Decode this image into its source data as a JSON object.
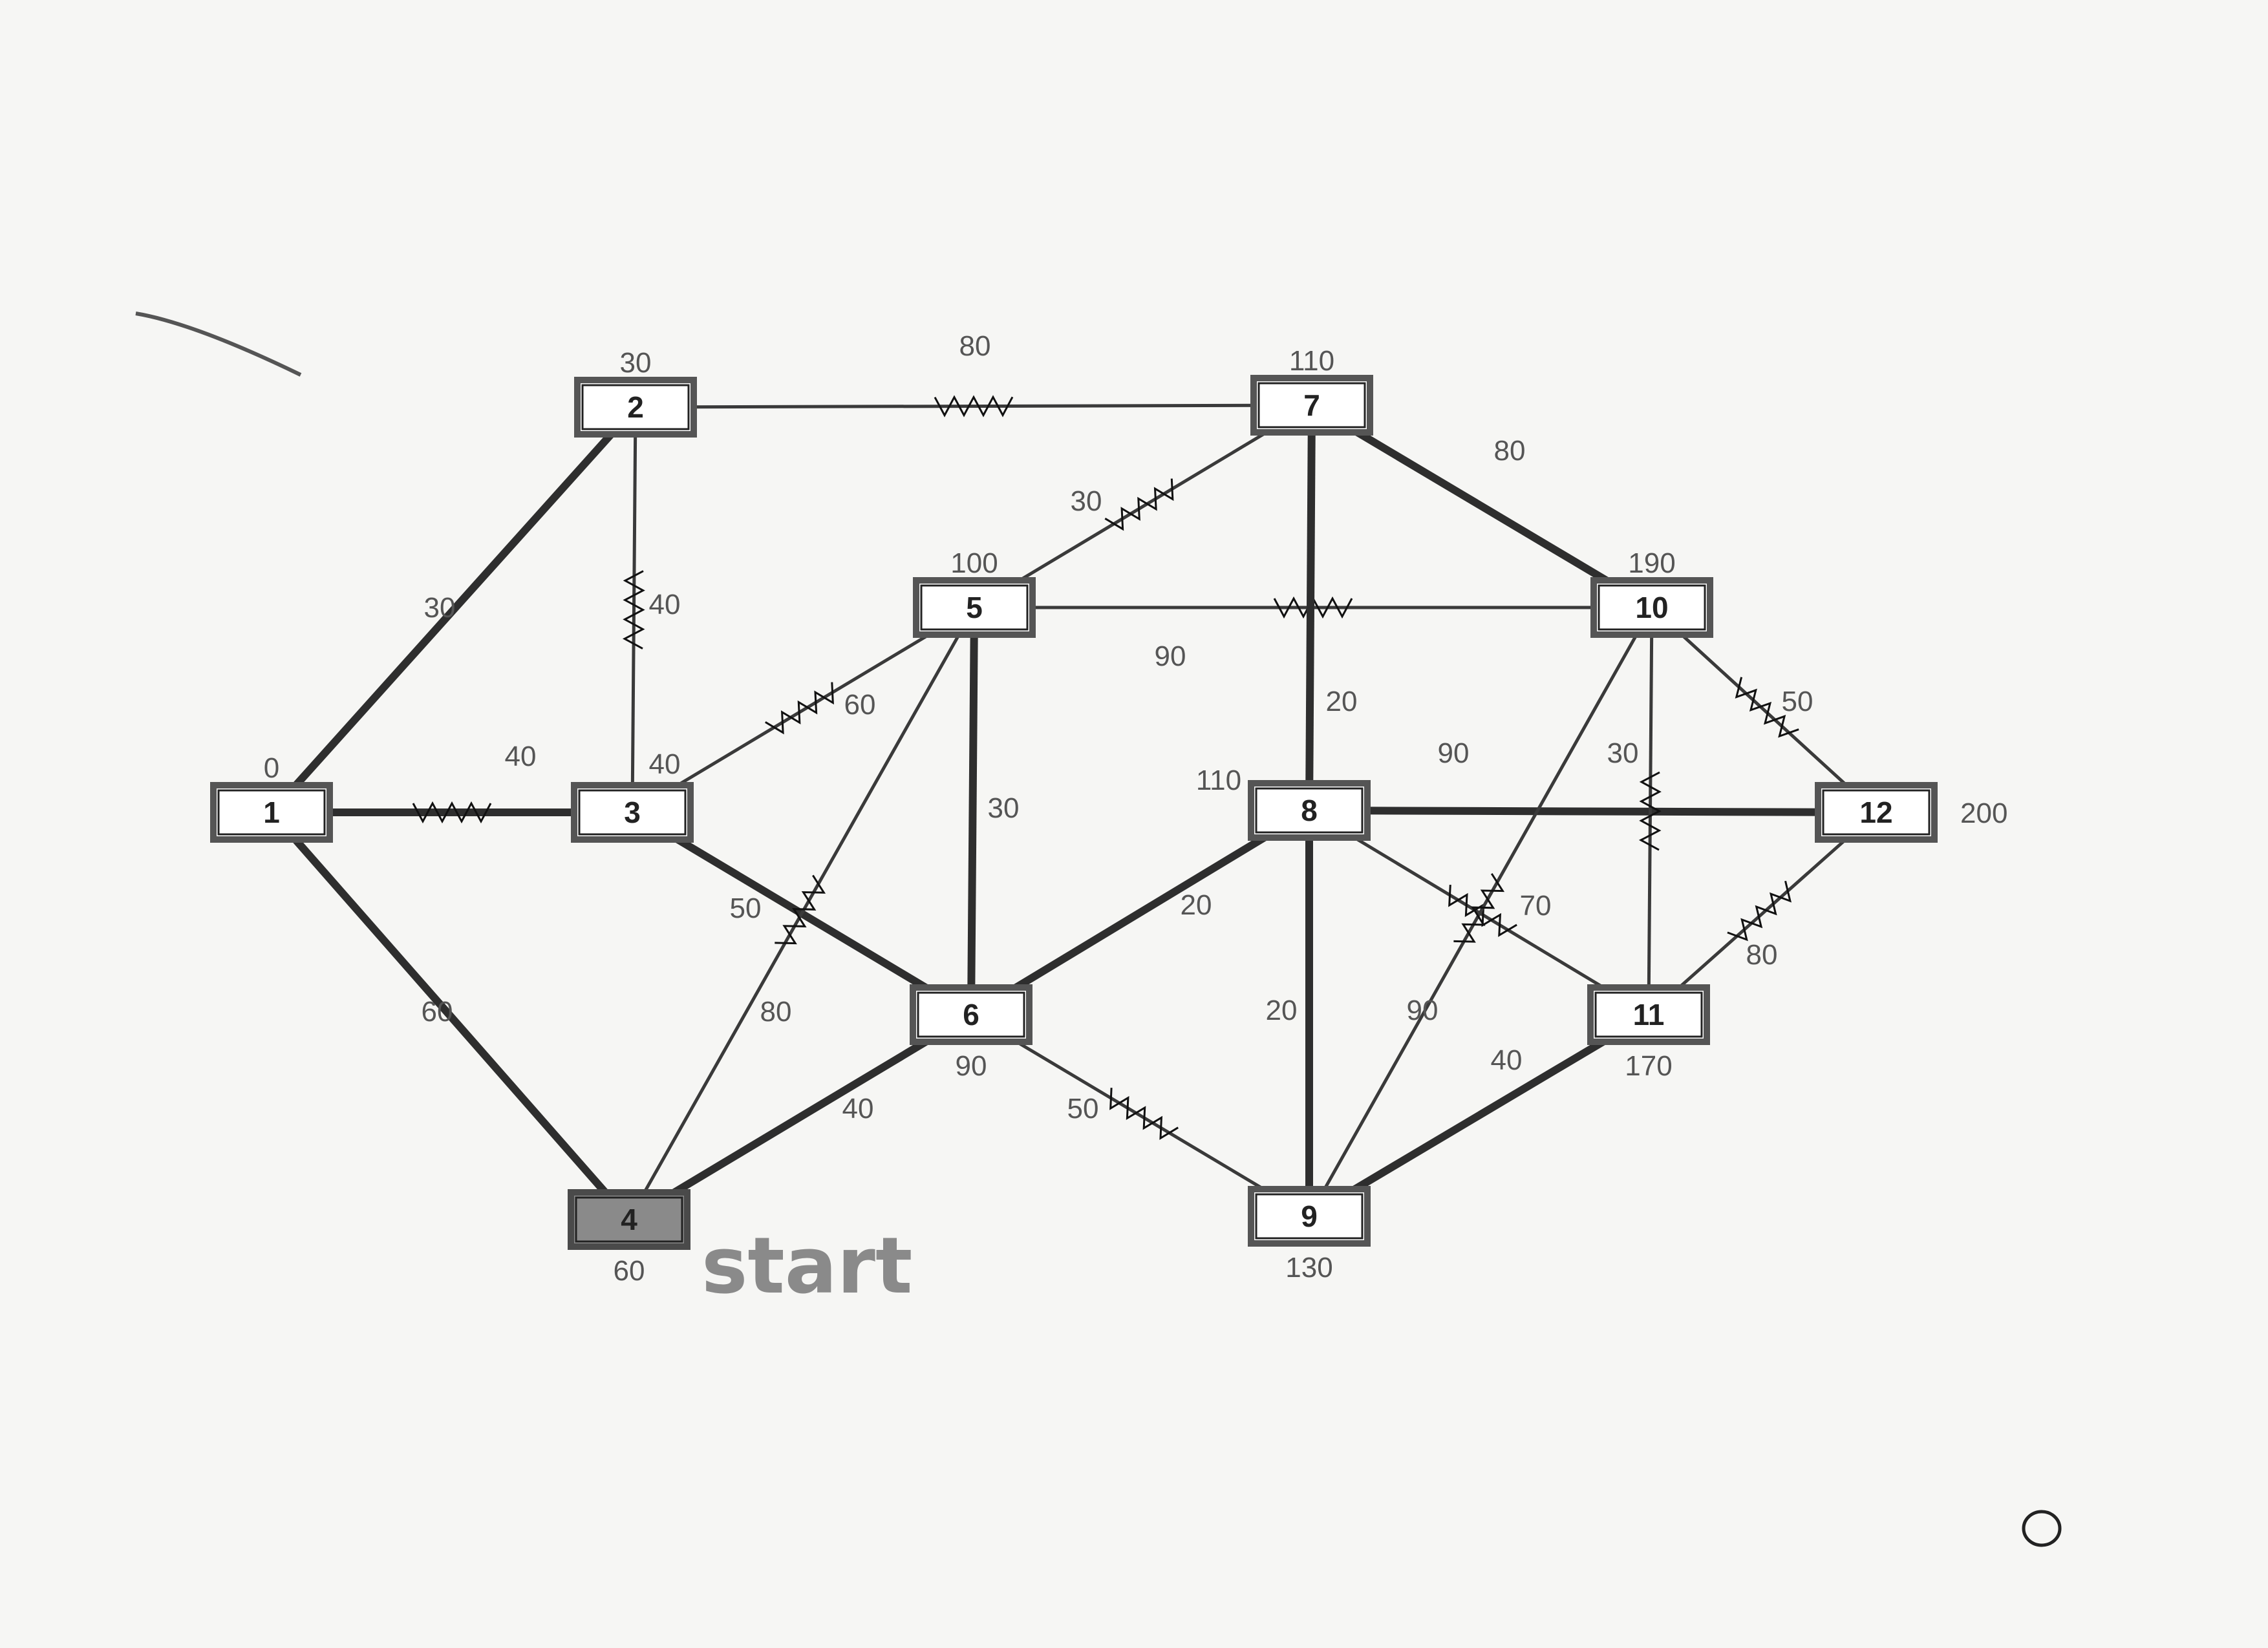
{
  "nodes": [
    {
      "id": "1",
      "value": "0",
      "start": false
    },
    {
      "id": "2",
      "value": "30",
      "start": false
    },
    {
      "id": "3",
      "value": "40",
      "start": false
    },
    {
      "id": "4",
      "value": "60",
      "start": true
    },
    {
      "id": "5",
      "value": "100",
      "start": false
    },
    {
      "id": "6",
      "value": "90",
      "start": false
    },
    {
      "id": "7",
      "value": "110",
      "start": false
    },
    {
      "id": "8",
      "value": "110",
      "start": false
    },
    {
      "id": "9",
      "value": "130",
      "start": false
    },
    {
      "id": "10",
      "value": "190",
      "start": false
    },
    {
      "id": "11",
      "value": "170",
      "start": false
    },
    {
      "id": "12",
      "value": "200",
      "start": false
    }
  ],
  "edges": [
    {
      "from": "1",
      "to": "2",
      "weight": "30",
      "crossed": false,
      "thick": true
    },
    {
      "from": "1",
      "to": "3",
      "weight": "40",
      "crossed": true,
      "thick": true
    },
    {
      "from": "1",
      "to": "4",
      "weight": "60",
      "crossed": false,
      "thick": true
    },
    {
      "from": "2",
      "to": "3",
      "weight": "40",
      "crossed": true,
      "thick": false
    },
    {
      "from": "2",
      "to": "7",
      "weight": "80",
      "crossed": true,
      "thick": false
    },
    {
      "from": "3",
      "to": "5",
      "weight": "60",
      "crossed": true,
      "thick": false
    },
    {
      "from": "3",
      "to": "6",
      "weight": "50",
      "crossed": false,
      "thick": true
    },
    {
      "from": "4",
      "to": "5",
      "weight": "80",
      "crossed": true,
      "thick": false
    },
    {
      "from": "4",
      "to": "6",
      "weight": "40",
      "crossed": false,
      "thick": true
    },
    {
      "from": "5",
      "to": "6",
      "weight": "30",
      "crossed": false,
      "thick": true
    },
    {
      "from": "5",
      "to": "7",
      "weight": "30",
      "crossed": true,
      "thick": false
    },
    {
      "from": "5",
      "to": "10",
      "weight": "90",
      "crossed": true,
      "thick": false
    },
    {
      "from": "6",
      "to": "8",
      "weight": "20",
      "crossed": false,
      "thick": true
    },
    {
      "from": "6",
      "to": "9",
      "weight": "50",
      "crossed": true,
      "thick": false
    },
    {
      "from": "7",
      "to": "8",
      "weight": "20",
      "crossed": false,
      "thick": true
    },
    {
      "from": "7",
      "to": "10",
      "weight": "80",
      "crossed": false,
      "thick": true
    },
    {
      "from": "8",
      "to": "9",
      "weight": "20",
      "crossed": false,
      "thick": true
    },
    {
      "from": "8",
      "to": "11",
      "weight": "70",
      "crossed": true,
      "thick": false
    },
    {
      "from": "8",
      "to": "12",
      "weight": "90",
      "crossed": false,
      "thick": true
    },
    {
      "from": "9",
      "to": "10",
      "weight": "90",
      "crossed": true,
      "thick": false
    },
    {
      "from": "9",
      "to": "11",
      "weight": "40",
      "crossed": false,
      "thick": true
    },
    {
      "from": "10",
      "to": "11",
      "weight": "30",
      "crossed": true,
      "thick": false
    },
    {
      "from": "10",
      "to": "12",
      "weight": "50",
      "crossed": true,
      "thick": false
    },
    {
      "from": "11",
      "to": "12",
      "weight": "80",
      "crossed": true,
      "thick": false
    }
  ],
  "annotation": "start",
  "colors": {
    "paper": "#f6f6f4",
    "edge": "#3a3a3a",
    "node_fill": "#ffffff",
    "start_node_fill": "#8a8a8a",
    "annotation": "#8a8a8a"
  }
}
